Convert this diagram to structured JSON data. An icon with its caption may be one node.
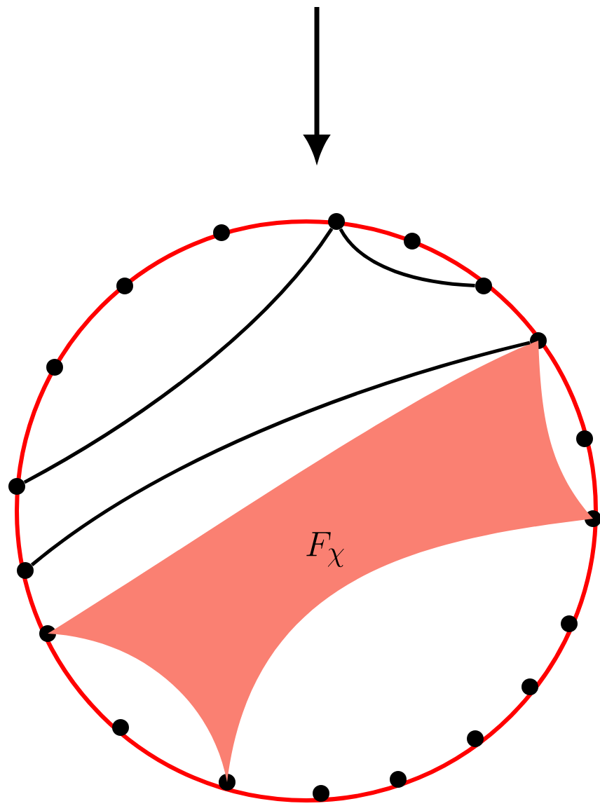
{
  "diagram": {
    "nodes": [
      {
        "text": [],
        "shape": "circle"
      },
      {
        "text": [],
        "shape": "circle"
      },
      {
        "text": [],
        "shape": "circle"
      },
      {
        "text": [],
        "shape": "circle"
      },
      {
        "text": [],
        "shape": "circle"
      },
      {
        "text": [],
        "shape": "circle"
      },
      {
        "text": [],
        "shape": "circle"
      },
      {
        "text": [],
        "shape": "circle"
      },
      {
        "text": [],
        "shape": "circle"
      },
      {
        "text": [],
        "shape": "circle"
      },
      {
        "text": [],
        "shape": "circle"
      },
      {
        "text": [],
        "shape": "circle"
      },
      {
        "text": [],
        "shape": "circle"
      },
      {
        "text": [],
        "shape": "circle"
      },
      {
        "text": [],
        "shape": "circle"
      },
      {
        "text": [],
        "shape": "circle"
      },
      {
        "text": [],
        "shape": "circle"
      },
      {
        "text": [],
        "shape": "circle"
      },
      {
        "text": [],
        "shape": "circle"
      },
      {
        "text": [
          "F_\\chi"
        ]
      }
    ],
    "edges": [
      {
        "from": 0,
        "to": 15,
        "arrow": "none"
      },
      {
        "from": 0,
        "to": 2,
        "arrow": "none"
      },
      {
        "from": 3,
        "to": 14,
        "arrow": "none"
      }
    ]
  }
}
